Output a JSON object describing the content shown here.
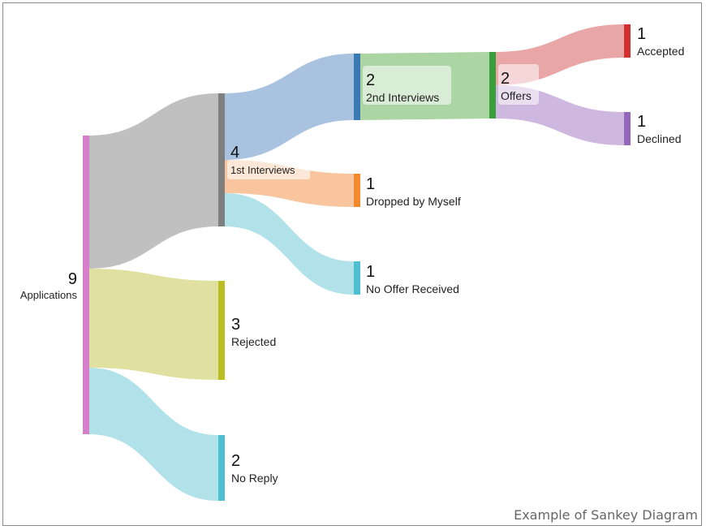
{
  "nodes": [
    {
      "id": "applications",
      "value": "9",
      "label": "Applications",
      "color": "#d67fcb"
    },
    {
      "id": "first-interviews",
      "value": "4",
      "label": "1st Interviews",
      "color": "#7f7f7f"
    },
    {
      "id": "rejected",
      "value": "3",
      "label": "Rejected",
      "color": "#bcbd22"
    },
    {
      "id": "no-reply",
      "value": "2",
      "label": "No Reply",
      "color": "#4ebfd1"
    },
    {
      "id": "second-interviews",
      "value": "2",
      "label": "2nd Interviews",
      "color": "#3b79b5"
    },
    {
      "id": "dropped",
      "value": "1",
      "label": "Dropped by Myself",
      "color": "#f4882c"
    },
    {
      "id": "no-offer",
      "value": "1",
      "label": "No Offer Received",
      "color": "#4ebfd1"
    },
    {
      "id": "offers",
      "value": "2",
      "label": "Offers",
      "color": "#3a9e3a"
    },
    {
      "id": "accepted",
      "value": "1",
      "label": "Accepted",
      "color": "#d32f2f"
    },
    {
      "id": "declined",
      "value": "1",
      "label": "Declined",
      "color": "#9467bd"
    }
  ],
  "links": [
    {
      "source": "applications",
      "target": "first-interviews",
      "value": 4,
      "color": "#bdbdbd"
    },
    {
      "source": "applications",
      "target": "rejected",
      "value": 3,
      "color": "#dedf9c"
    },
    {
      "source": "applications",
      "target": "no-reply",
      "value": 2,
      "color": "#aee0e8"
    },
    {
      "source": "first-interviews",
      "target": "second-interviews",
      "value": 2,
      "color": "#a3bfde"
    },
    {
      "source": "first-interviews",
      "target": "dropped",
      "value": 1,
      "color": "#f9c29a"
    },
    {
      "source": "first-interviews",
      "target": "no-offer",
      "value": 1,
      "color": "#aee0e8"
    },
    {
      "source": "second-interviews",
      "target": "offers",
      "value": 2,
      "color": "#a6d39d"
    },
    {
      "source": "offers",
      "target": "accepted",
      "value": 1,
      "color": "#e8a1a1"
    },
    {
      "source": "offers",
      "target": "declined",
      "value": 1,
      "color": "#cbb4de"
    }
  ],
  "caption": "Example of Sankey Diagram"
}
